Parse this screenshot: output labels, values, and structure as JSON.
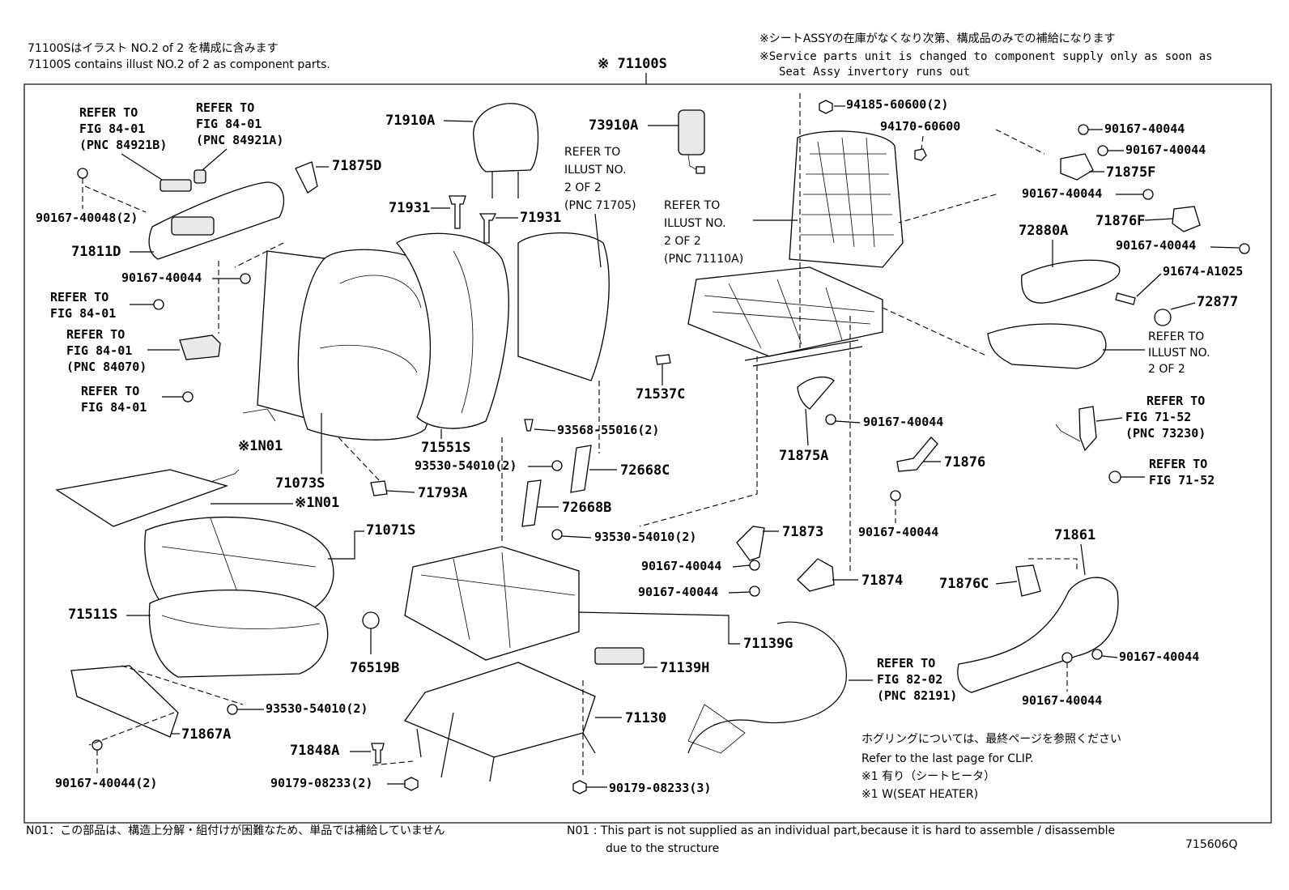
{
  "header": {
    "left_jp": "71100Sはイラスト NO.2 of 2 を構成に含みます",
    "left_en": "71100S contains illust NO.2 of 2 as component parts.",
    "assy_label": "※ 71100S",
    "right_jp": "※シートASSYの在庫がなくなり次第、構成品のみでの補給になります",
    "right_en1": "※Service parts unit is changed to component supply only as soon as",
    "right_en2": "Seat Assy invertory runs out"
  },
  "labels": {
    "p71910A": "71910A",
    "p73910A": "73910A",
    "p94185": "94185-60600(2)",
    "p94170": "94170-60600",
    "p90167_a": "90167-40044",
    "p90167_b": "90167-40044",
    "p71875F": "71875F",
    "p90167_c": "90167-40044",
    "p71876F": "71876F",
    "p90167_d": "90167-40044",
    "p72880A": "72880A",
    "p91674": "91674-A1025",
    "p72877": "72877",
    "p71875D": "71875D",
    "p90167_48": "90167-40048(2)",
    "p71811D": "71811D",
    "p90167_e": "90167-40044",
    "p71931_l": "71931",
    "p71931_r": "71931",
    "p71537C": "71537C",
    "p71875A": "71875A",
    "p90167_f": "90167-40044",
    "p71876": "71876",
    "p90167_g": "90167-40044",
    "p71551S": "71551S",
    "p93568": "93568-55016(2)",
    "p93530_a": "93530-54010(2)",
    "p72668C": "72668C",
    "p72668B": "72668B",
    "p93530_b": "93530-54010(2)",
    "p71073S": "71073S",
    "pN01_a": "※1N01",
    "pN01_b": "※1N01",
    "p71793A": "71793A",
    "p71071S": "71071S",
    "p71873": "71873",
    "p90167_h": "90167-40044",
    "p90167_i": "90167-40044",
    "p71874": "71874",
    "p71861": "71861",
    "p71876C": "71876C",
    "p90167_j": "90167-40044",
    "p90167_k": "90167-40044",
    "p71511S": "71511S",
    "p76519B": "76519B",
    "p71139G": "71139G",
    "p71139H": "71139H",
    "p93530_c": "93530-54010(2)",
    "p71867A": "71867A",
    "p71130": "71130",
    "p71848A": "71848A",
    "p90167_44_2": "90167-40044(2)",
    "p90179_2": "90179-08233(2)",
    "p90179_3": "90179-08233(3)"
  },
  "refs": {
    "r1": [
      "REFER TO",
      "FIG 84-01",
      "(PNC 84921B)"
    ],
    "r2": [
      "REFER TO",
      "FIG 84-01",
      "(PNC 84921A)"
    ],
    "r3": [
      "REFER TO",
      "ILLUST NO.",
      "2 OF 2",
      "(PNC 71705)"
    ],
    "r4": [
      "REFER TO",
      "ILLUST NO.",
      "2 OF 2",
      "(PNC 71110A)"
    ],
    "r5": [
      "REFER TO",
      "FIG 84-01"
    ],
    "r6": [
      "REFER TO",
      "FIG 84-01",
      "(PNC 84070)"
    ],
    "r7": [
      "REFER TO",
      "FIG 84-01"
    ],
    "r8": [
      "REFER TO",
      "ILLUST NO.",
      "2 OF 2"
    ],
    "r9": [
      "REFER TO",
      "FIG 71-52",
      "(PNC 73230)"
    ],
    "r10": [
      "REFER TO",
      "FIG 71-52"
    ],
    "r11": [
      "REFER TO",
      "FIG 82-02",
      "(PNC 82191)"
    ]
  },
  "notes": {
    "clip_jp": "ホグリングについては、最終ページを参照ください",
    "clip_en": "Refer to the last page for CLIP.",
    "legend1": "※1  有り（シートヒータ）",
    "legend2": "※1  W(SEAT HEATER)"
  },
  "footer": {
    "n01_jp": "N01：この部品は、構造上分解・組付けが困難なため、単品では補給していません",
    "n01_en1": "N01 : This part is not supplied as an individual part,because it is hard to assemble / disassemble",
    "n01_en2": "due to the structure",
    "fig_code": "715606Q"
  }
}
